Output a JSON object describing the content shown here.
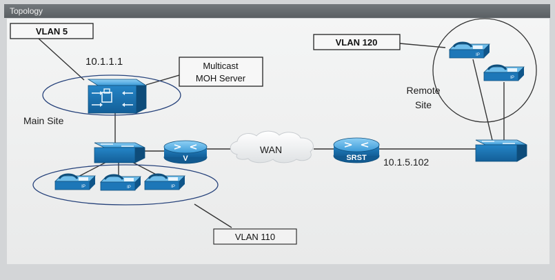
{
  "window": {
    "title": "Topology"
  },
  "labels": {
    "vlan5": "VLAN 5",
    "vlan120": "VLAN 120",
    "vlan110": "VLAN 110",
    "ip_moh": "10.1.1.1",
    "moh_line1": "Multicast",
    "moh_line2": "MOH Server",
    "main_site": "Main Site",
    "remote_line1": "Remote",
    "remote_line2": "Site",
    "wan": "WAN",
    "srst": "SRST",
    "ip_srst": "10.1.5.102",
    "router_v": "V",
    "phone_tag": "IP"
  },
  "colors": {
    "device_blue": "#2a8fd0",
    "device_dark": "#145f96",
    "device_light": "#7cc4ee",
    "line": "#333333",
    "titlebar": "#666b6f"
  }
}
